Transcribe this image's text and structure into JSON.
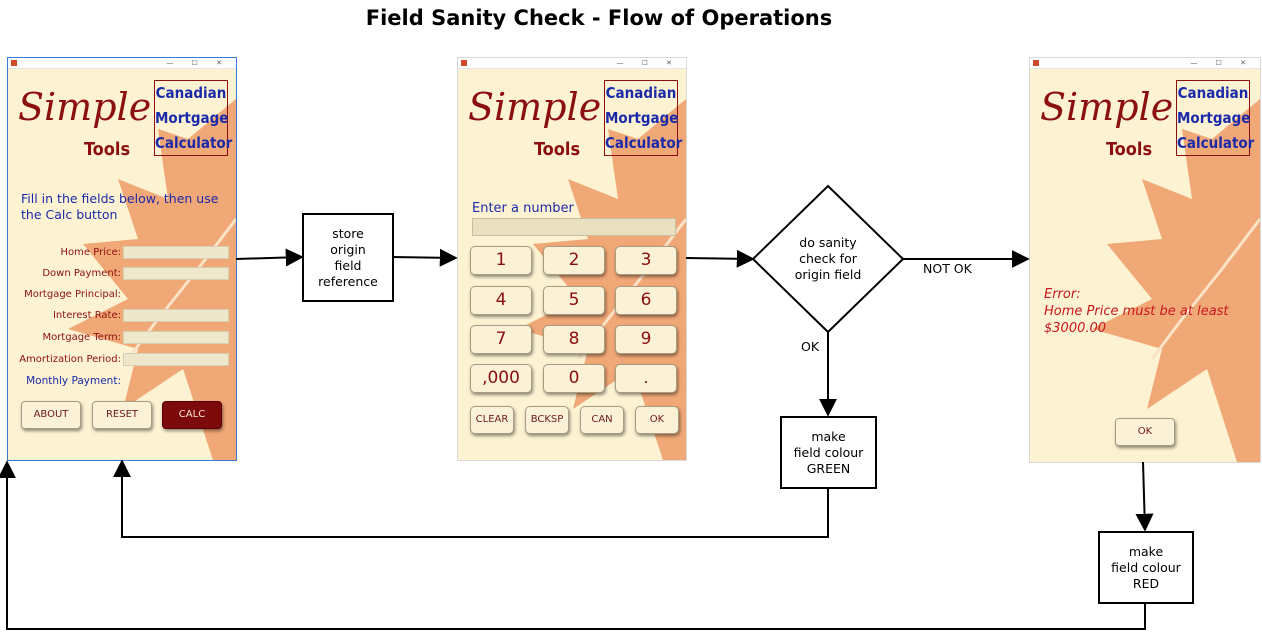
{
  "title": "Field Sanity Check - Flow of Operations",
  "logo": {
    "word1": "Simple",
    "word2": "Tools",
    "box_lines": [
      "Canadian",
      "Mortgage",
      "Calculator"
    ]
  },
  "win1": {
    "instruction": "Fill in the fields below, then use the Calc button",
    "fields": [
      "Home Price:",
      "Down Payment:",
      "Mortgage Principal:",
      "Interest Rate:",
      "Mortgage Term:",
      "Amortization Period:"
    ],
    "monthly_label": "Monthly Payment:",
    "buttons": {
      "about": "ABOUT",
      "reset": "RESET",
      "calc": "CALC"
    }
  },
  "win2": {
    "prompt": "Enter a number",
    "keys": [
      "1",
      "2",
      "3",
      "4",
      "5",
      "6",
      "7",
      "8",
      "9",
      ",000",
      "0",
      "."
    ],
    "func_keys": [
      "CLEAR",
      "BCKSP",
      "CAN",
      "OK"
    ]
  },
  "win3": {
    "error_lines": [
      "Error:",
      "Home Price must be at least",
      "$3000.00"
    ],
    "ok": "OK"
  },
  "flow": {
    "store_lines": [
      "store",
      "origin",
      "field",
      "reference"
    ],
    "decision_lines": [
      "do sanity",
      "check for",
      "origin field"
    ],
    "not_ok": "NOT OK",
    "ok": "OK",
    "green_lines": [
      "make",
      "field colour",
      "GREEN"
    ],
    "red_lines": [
      "make",
      "field colour",
      "RED"
    ]
  },
  "colors": {
    "accent_dark_red": "#8b0f0f",
    "blue_text": "#1a2aa8",
    "cream": "#fdf3d3",
    "leaf": "#e88a55",
    "error_red": "#c8181d"
  }
}
